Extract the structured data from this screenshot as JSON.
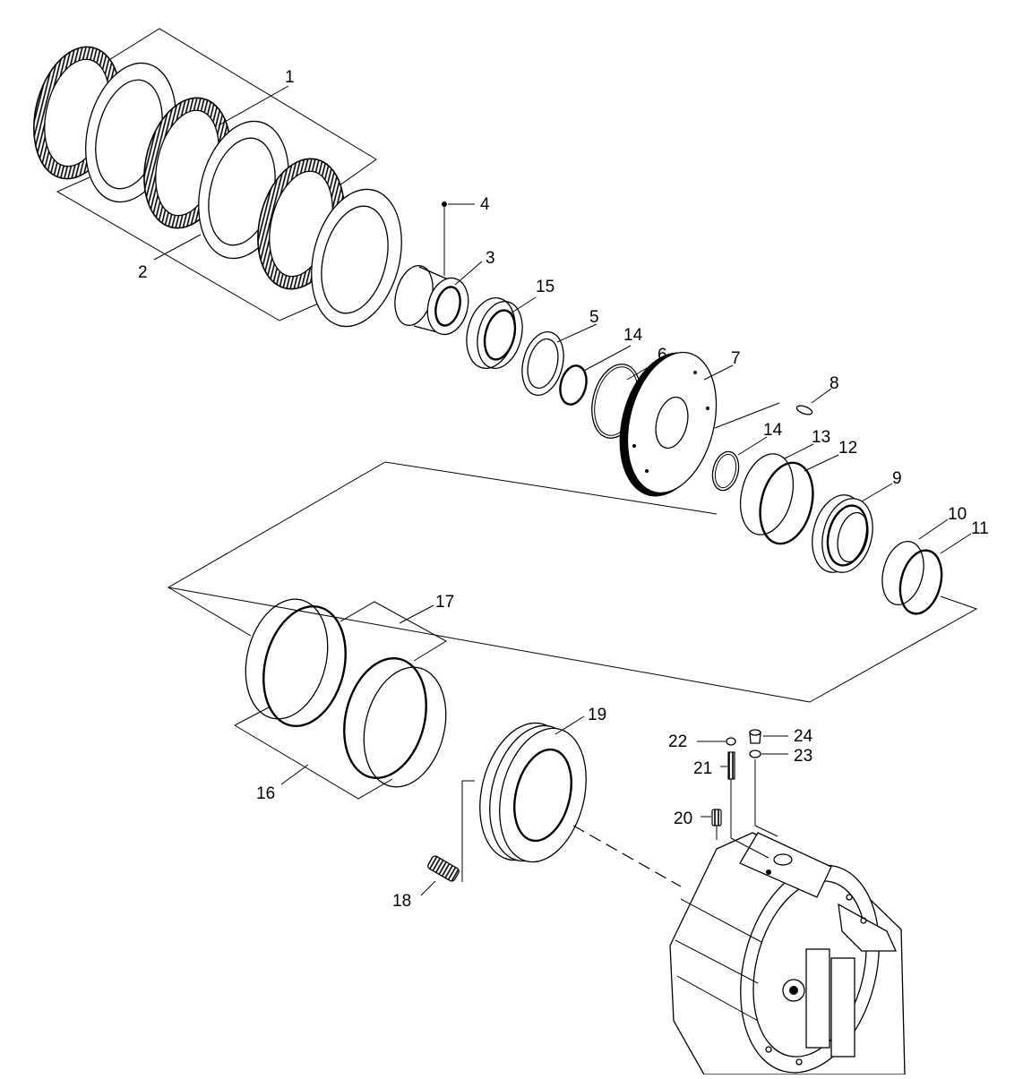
{
  "diagram": {
    "callouts": [
      {
        "id": "1",
        "label": "1"
      },
      {
        "id": "2",
        "label": "2"
      },
      {
        "id": "3",
        "label": "3"
      },
      {
        "id": "4",
        "label": "4"
      },
      {
        "id": "5",
        "label": "5"
      },
      {
        "id": "6",
        "label": "6"
      },
      {
        "id": "7",
        "label": "7"
      },
      {
        "id": "8",
        "label": "8"
      },
      {
        "id": "9",
        "label": "9"
      },
      {
        "id": "10",
        "label": "10"
      },
      {
        "id": "11",
        "label": "11"
      },
      {
        "id": "12",
        "label": "12"
      },
      {
        "id": "13",
        "label": "13"
      },
      {
        "id": "14a",
        "label": "14"
      },
      {
        "id": "14b",
        "label": "14"
      },
      {
        "id": "15",
        "label": "15"
      },
      {
        "id": "16",
        "label": "16"
      },
      {
        "id": "17",
        "label": "17"
      },
      {
        "id": "18",
        "label": "18"
      },
      {
        "id": "19",
        "label": "19"
      },
      {
        "id": "20",
        "label": "20"
      },
      {
        "id": "21",
        "label": "21"
      },
      {
        "id": "22",
        "label": "22"
      },
      {
        "id": "23",
        "label": "23"
      },
      {
        "id": "24",
        "label": "24"
      }
    ]
  }
}
